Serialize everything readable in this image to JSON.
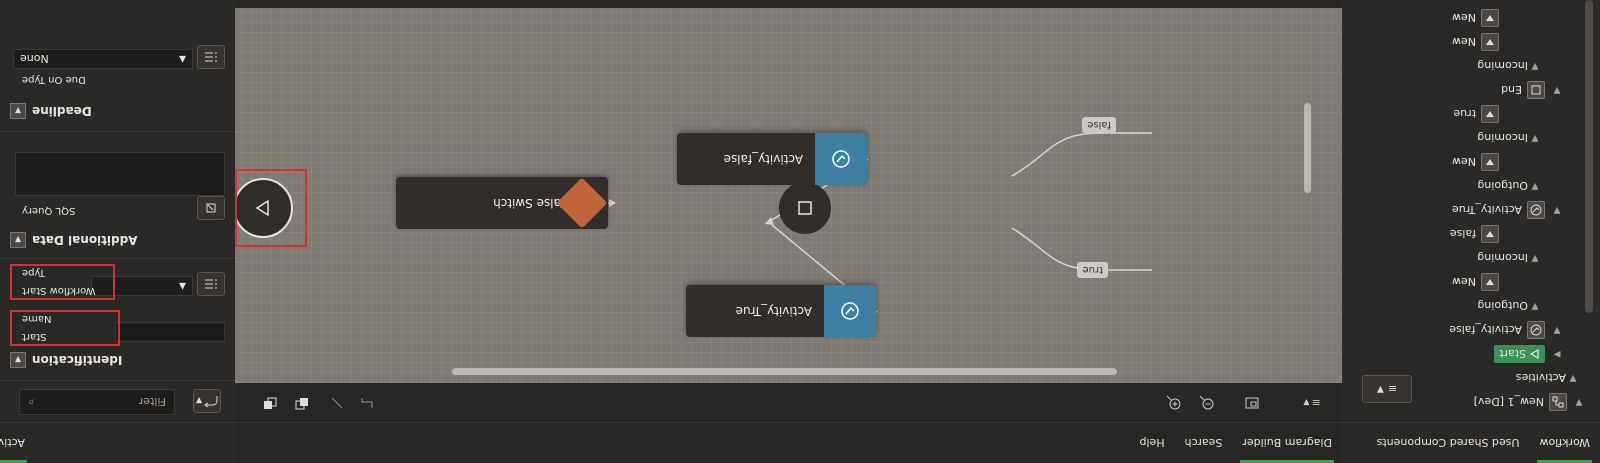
{
  "left_panel": {
    "tabs": [
      {
        "label": "Workflow",
        "active": true
      },
      {
        "label": "Used Shared Components",
        "active": false
      }
    ],
    "root": "New_1 [Dev]",
    "tree": [
      {
        "label": "Activities",
        "type": "group"
      },
      {
        "label": "Start",
        "type": "start"
      },
      {
        "label": "Activity_false",
        "type": "activity"
      },
      {
        "label": "Outgoing",
        "type": "group"
      },
      {
        "label": "New",
        "type": "conn"
      },
      {
        "label": "Incoming",
        "type": "group"
      },
      {
        "label": "false",
        "type": "conn"
      },
      {
        "label": "Activity_True",
        "type": "activity"
      },
      {
        "label": "Outgoing",
        "type": "group"
      },
      {
        "label": "New",
        "type": "conn"
      },
      {
        "label": "Incoming",
        "type": "group"
      },
      {
        "label": "true",
        "type": "conn"
      },
      {
        "label": "End",
        "type": "end"
      },
      {
        "label": "Incoming",
        "type": "group"
      },
      {
        "label": "New",
        "type": "conn"
      },
      {
        "label": "New",
        "type": "conn"
      }
    ]
  },
  "canvas": {
    "tabs": [
      {
        "label": "Diagram Builder",
        "active": true
      },
      {
        "label": "Search",
        "active": false
      },
      {
        "label": "Help",
        "active": false
      }
    ],
    "nodes": {
      "switch": "True False Switch",
      "activity_false": "Activity_false",
      "activity_true": "Activity_True"
    },
    "edge_labels": {
      "false": "false",
      "true": "true"
    }
  },
  "right_panel": {
    "tab": "Activity",
    "filter_placeholder": "Filter",
    "identification": {
      "heading": "Identification",
      "name_label": "Name",
      "name_value": "Start",
      "type_label": "Type",
      "type_value": "Workflow Start"
    },
    "additional": {
      "heading": "Additional Data",
      "sql_label": "SQL Query"
    },
    "deadline": {
      "heading": "Deadline",
      "due_label": "Due On Type",
      "due_value": "None"
    }
  },
  "colors": {
    "canvas_bg": "#807a74",
    "activity_icon": "#3c7fa3",
    "switch_icon": "#c0663a",
    "start_icon": "#3f8f58",
    "highlight": "#d93030"
  }
}
